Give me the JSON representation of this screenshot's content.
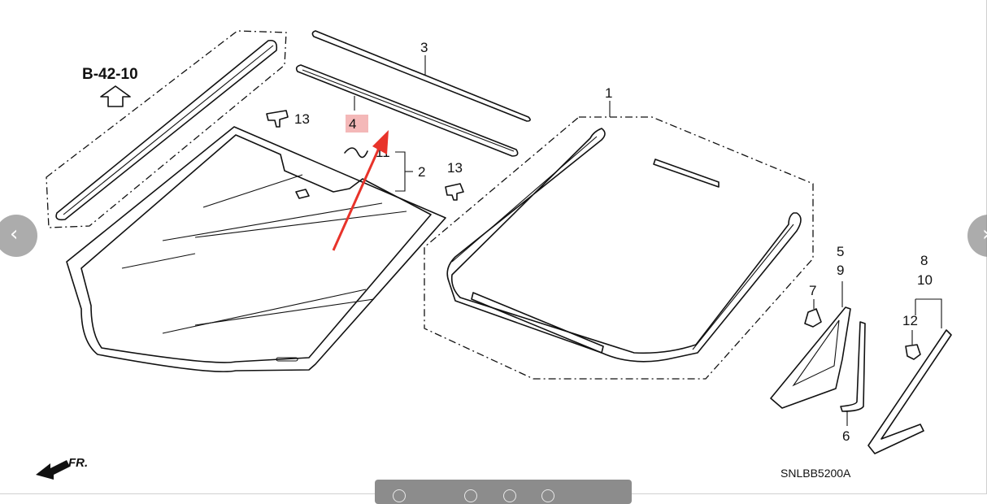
{
  "diagram": {
    "ref_page": "B-42-10",
    "figure_code": "SNLBB5200A",
    "direction_label": "FR.",
    "highlight_color": "#f4b8b8",
    "arrow_color": "#e8332a",
    "labels": {
      "l1": "1",
      "l2": "2",
      "l3": "3",
      "l4": "4",
      "l5": "5",
      "l6": "6",
      "l7": "7",
      "l8": "8",
      "l9": "9",
      "l10": "10",
      "l11": "11",
      "l12": "12",
      "l13a": "13",
      "l13b": "13"
    }
  },
  "viewer": {
    "prev_icon": "chevron-left-icon",
    "next_icon": "chevron-right-icon",
    "prev_glyph": "‹",
    "next_glyph": "›",
    "toolbar_icons": [
      "zoom-out-icon",
      "zoom-in-icon",
      "rotate-icon",
      "fullscreen-icon"
    ]
  }
}
